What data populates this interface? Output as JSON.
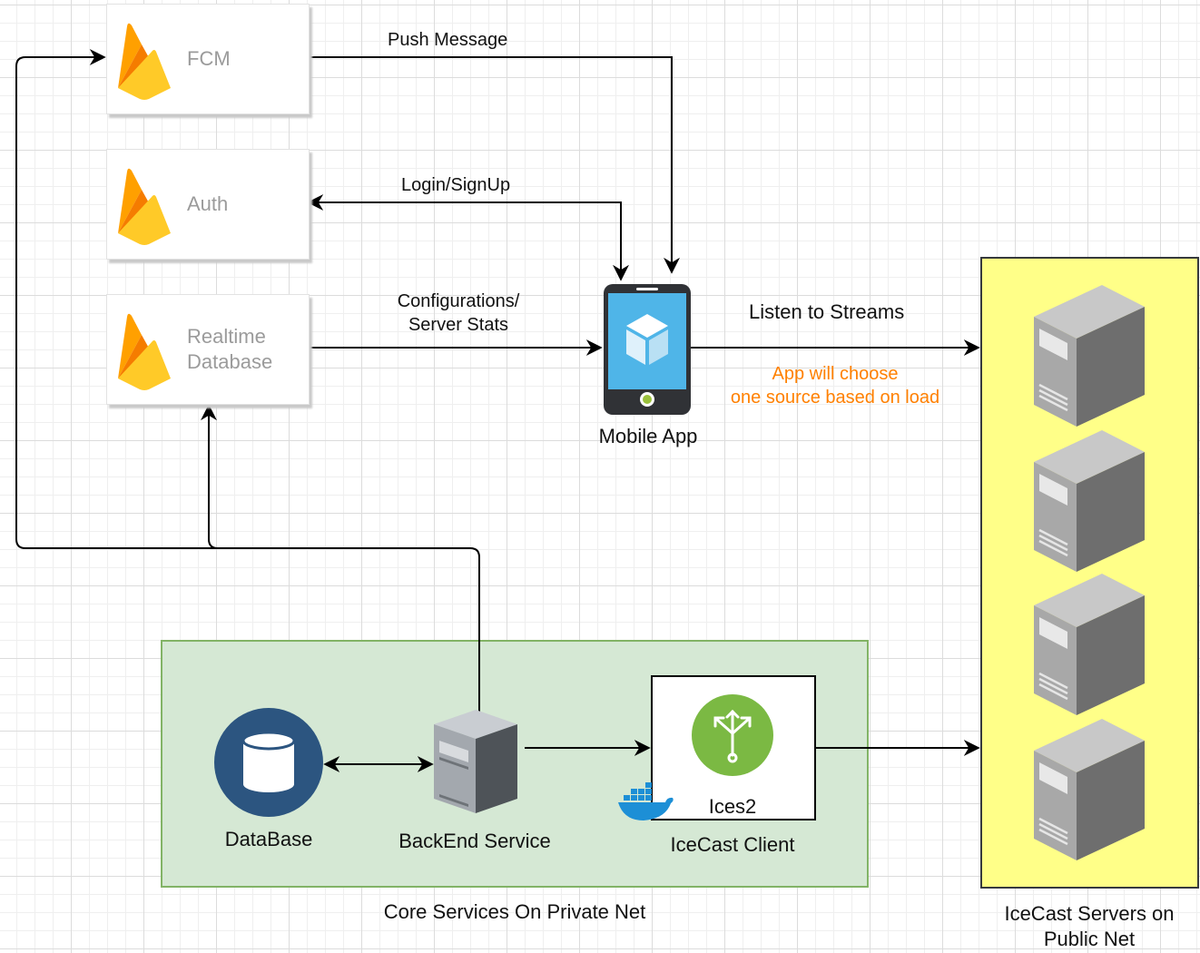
{
  "firebase_services": [
    {
      "id": "fcm",
      "label_lines": [
        "FCM"
      ]
    },
    {
      "id": "auth",
      "label_lines": [
        "Auth"
      ]
    },
    {
      "id": "realtime",
      "label_lines": [
        "Realtime",
        "Database"
      ]
    }
  ],
  "edges": {
    "push_message": "Push Message",
    "login_signup": "Login/SignUp",
    "config_line1": "Configurations/",
    "config_line2": "Server Stats",
    "listen_streams": "Listen to Streams"
  },
  "mobile_app": {
    "label": "Mobile App"
  },
  "load_note": {
    "line1": "App will choose",
    "line2": "one source based on load",
    "color": "#ff8000"
  },
  "core_zone": {
    "label": "Core Services On Private Net",
    "fill": "#d5e8d4",
    "border": "#82b366"
  },
  "database": {
    "label": "DataBase",
    "color": "#2c5580"
  },
  "backend": {
    "label": "BackEnd Service"
  },
  "ices2": {
    "label": "Ices2",
    "icon_color": "#7bb943"
  },
  "icecast_client": {
    "label": "IceCast Client"
  },
  "public_zone": {
    "line1": "IceCast Servers on",
    "line2": "Public Net",
    "fill": "#ffff88"
  },
  "icecast_servers": [
    "server-1",
    "server-2",
    "server-3",
    "server-4"
  ]
}
